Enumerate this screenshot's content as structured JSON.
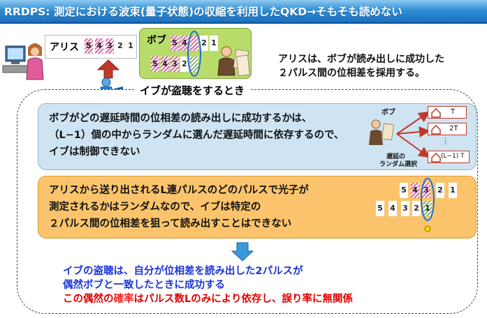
{
  "title": "RRDPS: 測定における波束(量子状態)の収縮を利用したQKD→そもそも読めない",
  "alice": {
    "label": "アリス",
    "pulses": [
      "5",
      "4",
      "3",
      "2",
      "1"
    ]
  },
  "bob": {
    "label": "ボブ",
    "pulses_top": [
      "5",
      "4",
      "",
      "2",
      "1"
    ],
    "pulses_bottom": [
      "5",
      "4",
      "3",
      "2",
      ""
    ]
  },
  "note": {
    "line1": "アリスは、ボブが読み出しに成功した",
    "line2": "２パルス間の位相差を採用する。"
  },
  "eve_header": "イブが盗聴をするとき",
  "panel1": {
    "line1": "ボブがどの遅延時間の位相差の読み出しに成功するかは、",
    "line2": "（L−1）個の中からランダムに選んだ遅延時間に依存するので、",
    "line3": "イブは制御できない",
    "bob_label": "ボブ",
    "random_label_1": "遅延の",
    "random_label_2": "ランダム選択",
    "delays": [
      "T",
      "2T",
      "(L−1) T"
    ],
    "dots": "⋮"
  },
  "panel2": {
    "line1": "アリスから送り出されるL連パルスのどのパルスで光子が",
    "line2": "測定されるかはランダムなので、イブは特定の",
    "line3": "２パルス間の位相差を狙って読み出すことはできない",
    "pulses_top": [
      "5",
      "4",
      "3",
      "2",
      "1"
    ],
    "pulses_bottom": [
      "5",
      "4",
      "3",
      "2",
      "1"
    ]
  },
  "conclusion": {
    "line1": "イブの盗聴は、自分が位相差を読み出した2パルスが",
    "line2": "偶然ボブと一致したときに成功する",
    "line3_red1": "この偶然の",
    "line3_highlight": "確率",
    "line3_red2": "はパルス数Lのみにより依存し、誤り率に無関係"
  },
  "colors": {
    "title_bg": "#1b6fc0",
    "bob_box": "#b8dc6a",
    "panel_blue": "#cfe4f2",
    "panel_orange": "#fbc46c",
    "arrow_red": "#c0392b",
    "conclusion_blue": "#1a35d6",
    "conclusion_red": "#e00000",
    "highlight": "#ff2222"
  },
  "icons": [
    "computer-icon",
    "person-icon",
    "eavesdropper-icon",
    "up-arrow-icon",
    "down-arrow-icon",
    "house-icon"
  ]
}
